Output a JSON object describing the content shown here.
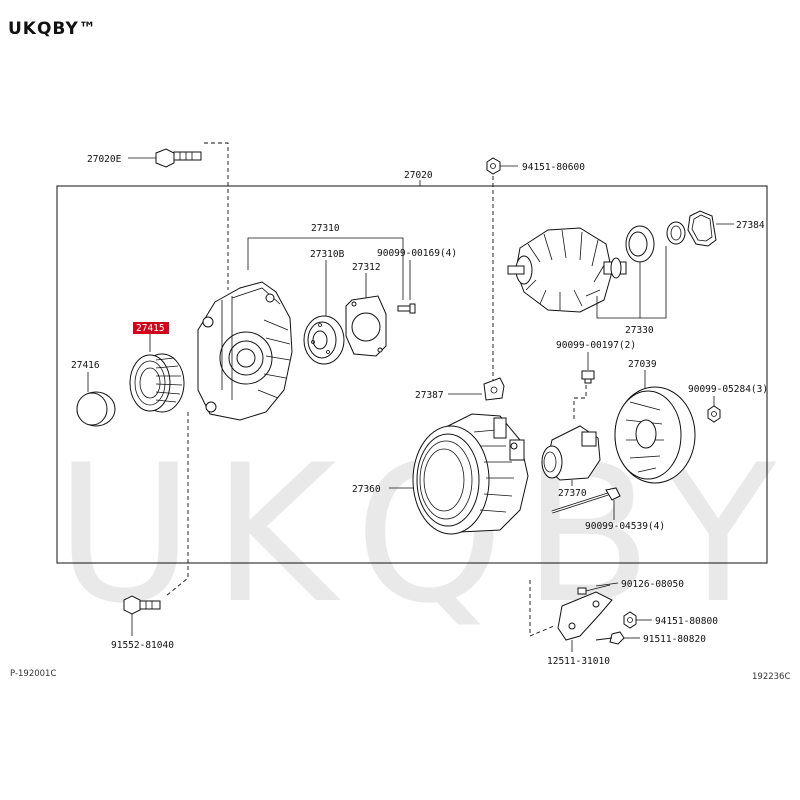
{
  "brand": "UKQBY™",
  "watermark": "UKQBY™",
  "highlight_color": "#d0021b",
  "labels": {
    "p27020e": "27020E",
    "p27020": "27020",
    "p94151_80600": "94151-80600",
    "p27384": "27384",
    "p27310": "27310",
    "p27310b": "27310B",
    "p27312": "27312",
    "p90099_00169": "90099-00169(4)",
    "p27415": "27415",
    "p27416": "27416",
    "p27330": "27330",
    "p90099_00197": "90099-00197(2)",
    "p27039": "27039",
    "p27387": "27387",
    "p90099_05284": "90099-05284(3)",
    "p27360": "27360",
    "p27370": "27370",
    "p90099_04539": "90099-04539(4)",
    "p90126_08050": "90126-08050",
    "p94151_80800": "94151-80800",
    "p91511_80820": "91511-80820",
    "p91552_81040": "91552-81040",
    "p12511_31010": "12511-31010"
  },
  "footer": {
    "left": "P-192001C",
    "right": "192236C"
  }
}
